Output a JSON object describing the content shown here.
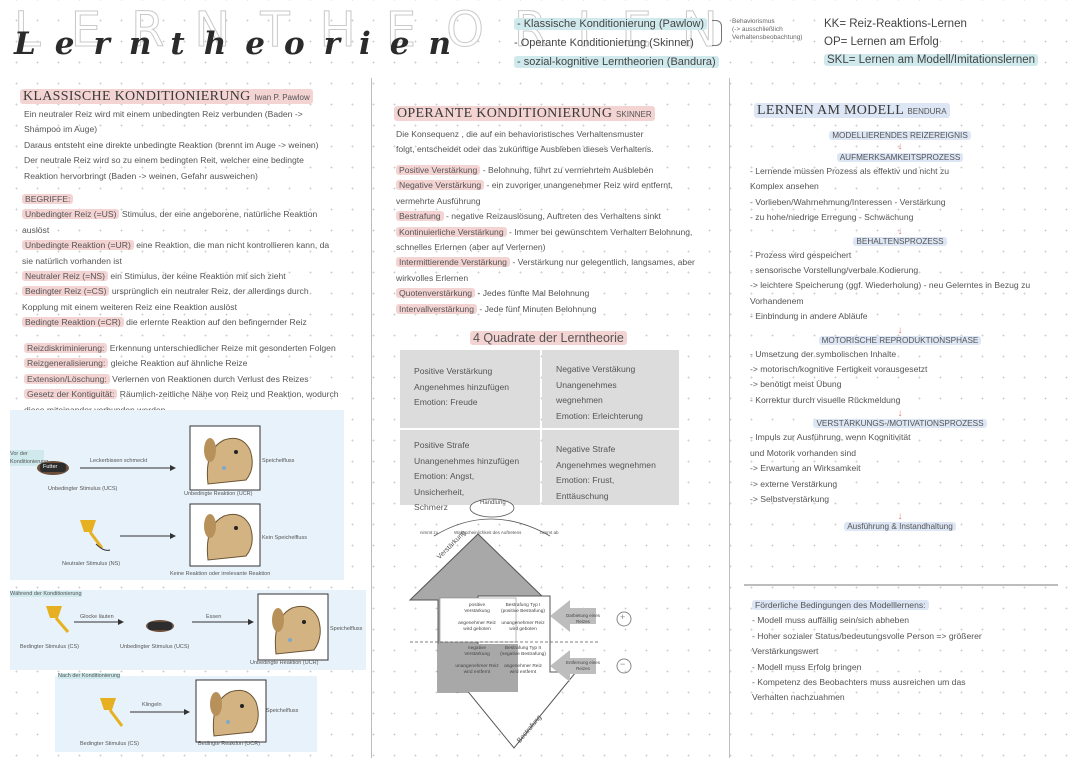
{
  "header": {
    "outline_title": "LERNTHEORIEN",
    "script_title": "Lerntheorien",
    "theories": [
      "- Klassische Konditionierung (Pawlow)",
      "- Operante Konditionierung (Skinner)",
      "- sozial-kognitive Lerntheorien (Bandura)"
    ],
    "side_note": [
      "Behaviorismus",
      "(-> ausschließlich",
      "Verhaltensbeobachtung)"
    ],
    "abbreviations": [
      "KK= Reiz-Reaktions-Lernen",
      "OP= Lernen am Erfolg",
      "SKL= Lernen am Modell/Imitationslernen"
    ]
  },
  "classical": {
    "title": "KLASSISCHE KONDITIONIERUNG",
    "author": "Iwan P. Pawlow",
    "intro": [
      "Ein neutraler Reiz wird mit einem unbedingten Reiz verbunden (Baden ->",
      "Shampoo im Auge)",
      "Daraus entsteht eine direkte unbedingte Reaktion (brennt im Auge -> weinen)",
      "Der neutrale Reiz wird so zu einem bedingten Reit, welcher eine bedingte",
      "Reaktion hervorbringt (Baden -> weinen, Gefahr ausweichen)"
    ],
    "terms_heading": "BEGRIFFE:",
    "terms": [
      {
        "term": "Unbedingter Reiz (=US)",
        "def": " Stimulus, der eine angeborene, natürliche Reaktion"
      },
      {
        "term": "",
        "def": "auslöst"
      },
      {
        "term": "Unbedingte Reaktion (=UR)",
        "def": " eine Reaktion, die man nicht kontrollieren kann, da"
      },
      {
        "term": "",
        "def": "sie natürlich vorhanden ist"
      },
      {
        "term": "Neutraler Reiz (=NS)",
        "def": " ein Stimulus, der keine Reaktion mit sich zieht"
      },
      {
        "term": "Bedingter Reiz (=CS)",
        "def": " ursprünglich ein neutraler Reiz, der allerdings durch"
      },
      {
        "term": "",
        "def": "Kopplung mit einem weiteren Reiz eine Reaktion auslöst"
      },
      {
        "term": "Bedingte Reaktion (=CR)",
        "def": " die erlernte Reaktion auf den befingernder Reiz"
      }
    ],
    "terms2": [
      {
        "term": "Reizdiskriminierung:",
        "def": " Erkennung unterschiedlicher Reize mit gesonderten Folgen"
      },
      {
        "term": "Reizgeneralisierung:",
        "def": " gleiche Reaktion auf ähnliche Reize"
      },
      {
        "term": "Extension/Löschung:",
        "def": " Verlernen von Reaktionen durch Verlust des Reizes"
      },
      {
        "term": "Gesetz der Kontiguität:",
        "def": " Räumlich-zeitliche Nähe von Reiz und Reaktion, wodurch"
      },
      {
        "term": "",
        "def": "diese miteinander verbunden werden"
      }
    ],
    "diagram": {
      "before_label": "Vor der Konditionierung",
      "during_label": "Während der Konditionierung",
      "after_label": "Nach der Konditionierung",
      "food": "Futter",
      "leads_to_1": "Leckerbissen schmeckt",
      "salivation": "Speichelfluss",
      "ucs": "Unbedingter Stimulus (UCS)",
      "ucr": "Unbedingte Reaktion (UCR)",
      "no_salivation": "Kein Speichelfluss",
      "ns": "Neutraler Stimulus (NS)",
      "no_reaction": "Keine Reaktion oder irrelevante Reaktion",
      "bell_ring": "Glocke läuten",
      "eat": "Essen",
      "cs": "Bedingter Stimulus (CS)",
      "ucs2": "Unbedingter Stimulus (UCS)",
      "ucr2": "Unbedingte Reaktion (UCR)",
      "salivation2": "Speichelfluss",
      "cs2": "Bedingter Stimulus (CS)",
      "cr": "Bedingte Reaktion (UCR)",
      "salivation3": "Speichelfluss",
      "bell_word": "Klingeln"
    }
  },
  "operant": {
    "title": "OPERANTE KONDITIONIERUNG",
    "author": "SKINNER",
    "intro": [
      "Die Konsequenz , die auf ein behavioristisches Verhaltensmuster",
      "folgt, entscheidet oder das zukünftige Ausbleben dieses Verhaltens."
    ],
    "items": [
      {
        "term": "Positive Verstärkung",
        "def": " - Belohnung, führt zu vermehrtem Ausbleben"
      },
      {
        "term": "Negative Verstärkung",
        "def": " - ein zuvoriger unangenehmer Reiz wird entfernt,"
      },
      {
        "term": "",
        "def": "vermehrte Ausführung"
      },
      {
        "term": "Bestrafung",
        "def": " - negative Reizauslösung, Auftreten des Verhaltens sinkt"
      },
      {
        "term": "Kontinuierliche Verstärkung",
        "def": " - Immer bei gewünschtem Verhalten Belohnung,"
      },
      {
        "term": "",
        "def": "schnelles Erlernen (aber auf Verlernen)"
      },
      {
        "term": "Intermittierende Verstärkung",
        "def": " - Verstärkung nur gelegentlich, langsames, aber"
      },
      {
        "term": "",
        "def": "wirkvolles Erlernen"
      },
      {
        "term": "Quotenverstärkung",
        "def": " - Jedes fünfte Mal Belohnung"
      },
      {
        "term": "Intervallverstärkung",
        "def": " - Jede fünf Minuten Belohnung"
      }
    ],
    "quadrant_title": "4 Quadrate der Lerntheorie",
    "quadrants": [
      [
        "Positive Verstärkung",
        "Angenehmes hinzufügen",
        "Emotion: Freude"
      ],
      [
        "Negative Verstäkung",
        "Unangenehmes wegnehmen",
        "Emotion: Erleichterung"
      ],
      [
        "Positive Strafe",
        "Unangenehmes hinzufügen",
        "Emotion: Angst, Unsicherheit,",
        "Schmerz"
      ],
      [
        "Negative Strafe",
        "Angenehmes wegnehmen",
        "Emotion: Frust, Enttäuschung"
      ]
    ],
    "arrow": {
      "handlung": "Handlung",
      "left_top": "nimmt zu",
      "center_top": "Wahrscheinlichkeit des Auftretens",
      "right_top": "nimmt ab",
      "verstaerkung": "Verstärkung",
      "bestrafung": "Bestrafung",
      "c1": [
        "positive",
        "Verstärkung",
        "",
        "angenehmer Reiz",
        "wird geboten"
      ],
      "c2": [
        "Bestrafung Typ I",
        "(positive Bestrafung)",
        "",
        "unangenehmer Reiz",
        "wird geboten"
      ],
      "c3": [
        "negative",
        "Verstärkung",
        "",
        "unangenehmer Reiz",
        "wird entfernt"
      ],
      "c4": [
        "Bestrafung Typ II",
        "(negative Bestrafung)",
        "",
        "angenehmer Reiz",
        "wird entfernt"
      ],
      "add": [
        "Darbietung eines",
        "Reizes"
      ],
      "remove": [
        "Entfernung eines",
        "Reizes"
      ],
      "plus": "+",
      "minus": "−"
    }
  },
  "model": {
    "title": "LERNEN AM MODELL",
    "author": "BENDURA",
    "steps": [
      {
        "heading": "MODELLIERENDES REIZEREIGNIS",
        "lines": []
      },
      {
        "heading": "AUFMERKSAMKEITSPROZESS",
        "lines": [
          "- Lernende müssen Prozess als effektiv und nicht zu",
          "Komplex ansehen",
          "- Vorlieben/Wahrnehmung/Interessen - Verstärkung",
          "- zu hohe/niedrige Erregung - Schwächung"
        ]
      },
      {
        "heading": "BEHALTENSPROZESS",
        "lines": [
          "- Prozess wird gespeichert",
          "- sensorische Vorstellung/verbale Kodierung",
          "-> leichtere Speicherung (ggf. Wiederholung) - neu Gelerntes in Bezug zu",
          "Vorhandenem",
          "- Einbindung in andere Abläufe"
        ]
      },
      {
        "heading": "MOTORISCHE REPRODUKTIONSPHASE",
        "lines": [
          "- Umsetzung der symbolischen Inhalte",
          "-> motorisch/kognitive Fertigkeit vorausgesetzt",
          "-> benötigt meist Übung",
          "- Korrektur durch visuelle Rückmeldung"
        ]
      },
      {
        "heading": "VERSTÄRKUNGS-/MOTIVATIONSPROZESS",
        "lines": [
          "- Impuls zur Ausführung, wenn Kognitivität",
          "und Motorik vorhanden sind",
          "-> Erwartung an Wirksamkeit",
          "-> externe Verstärkung",
          "-> Selbstverstärkung"
        ]
      }
    ],
    "final": "Ausführung & Instandhaltung",
    "arrow_glyph": "↓",
    "conditions_title": "Förderliche Bedingungen des Modelllernens:",
    "conditions": [
      "- Modell muss auffällig sein/sich abheben",
      "- Hoher sozialer Status/bedeutungsvolle Person => größerer",
      "Verstärkungswert",
      "- Modell muss Erfolg bringen",
      "- Kompetenz des Beobachters muss ausreichen um das",
      "Verhalten nachzuahmen"
    ]
  }
}
